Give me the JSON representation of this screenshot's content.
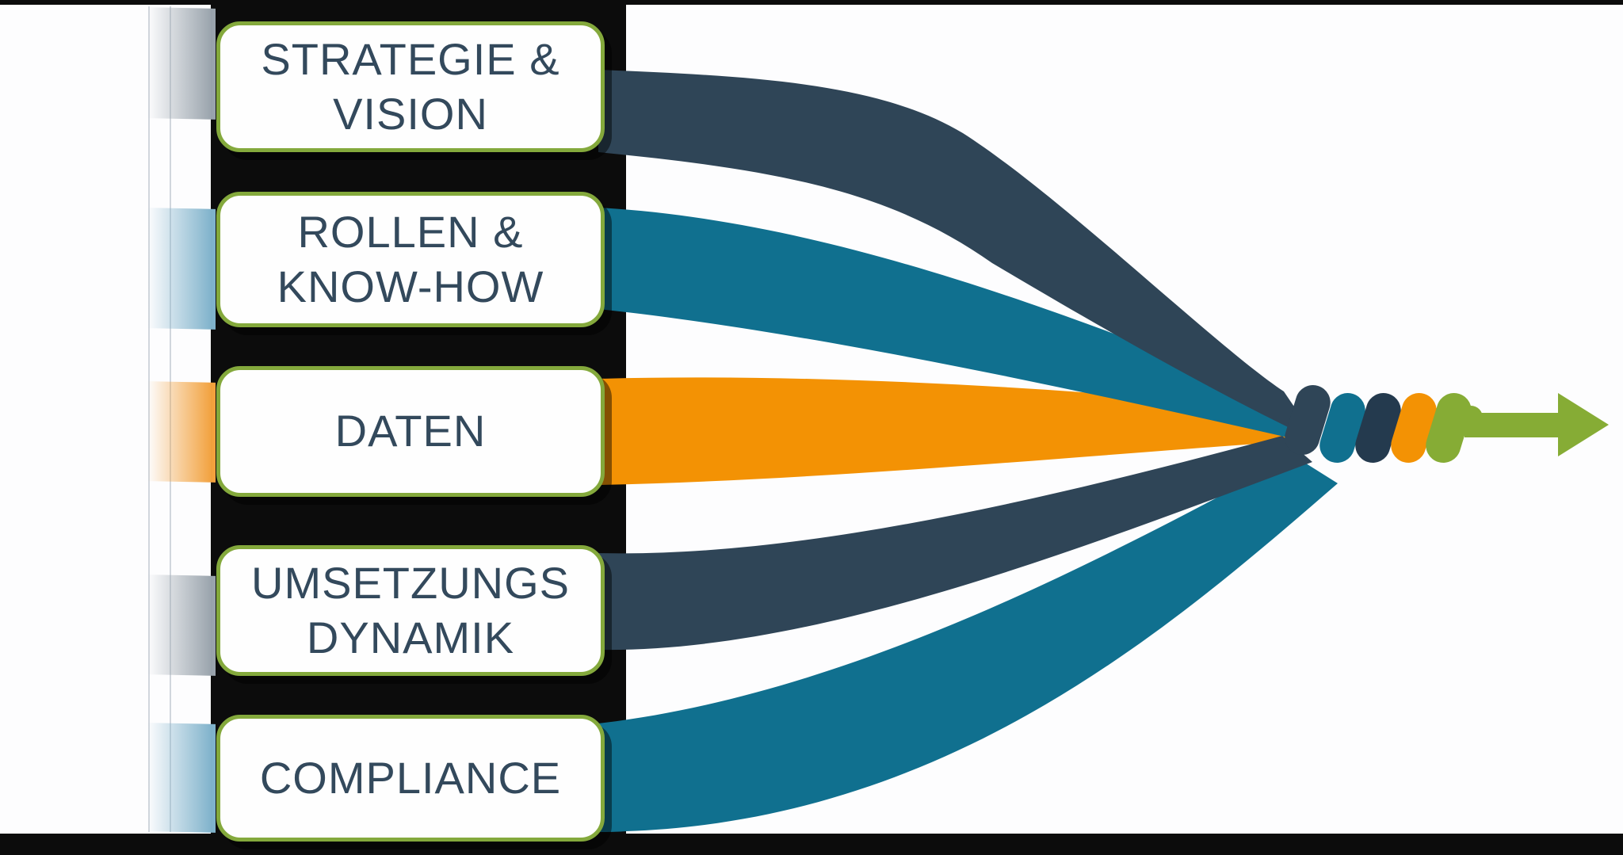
{
  "colors": {
    "background": "#0c0c0c",
    "surface": "#fdfdfe",
    "box_fill": "#fefefe",
    "box_border": "#84a93c",
    "text": "#33495c",
    "seam": "#aab4c0"
  },
  "boxes": [
    {
      "label": "STRATEGIE &\nVISION",
      "bar_color": "#99a3ac",
      "ribbon_color": "#2f4557"
    },
    {
      "label": "ROLLEN &\nKNOW-HOW",
      "bar_color": "#7fb2cb",
      "ribbon_color": "#10708f"
    },
    {
      "label": "DATEN",
      "bar_color": "#f2a13d",
      "ribbon_color": "#f39204"
    },
    {
      "label": "UMSETZUNGS\nDYNAMIK",
      "bar_color": "#99a3ac",
      "ribbon_color": "#2f4557"
    },
    {
      "label": "COMPLIANCE",
      "bar_color": "#7fb2cb",
      "ribbon_color": "#10708f"
    }
  ],
  "rope": {
    "segments": [
      {
        "name": "twist-slate",
        "color": "#2f4557"
      },
      {
        "name": "twist-teal",
        "color": "#10708f"
      },
      {
        "name": "twist-navy",
        "color": "#243a4e"
      },
      {
        "name": "twist-orange",
        "color": "#f39204"
      },
      {
        "name": "twist-green",
        "color": "#86ac35"
      }
    ]
  },
  "arrow": {
    "color": "#86ac35",
    "direction": "right"
  }
}
